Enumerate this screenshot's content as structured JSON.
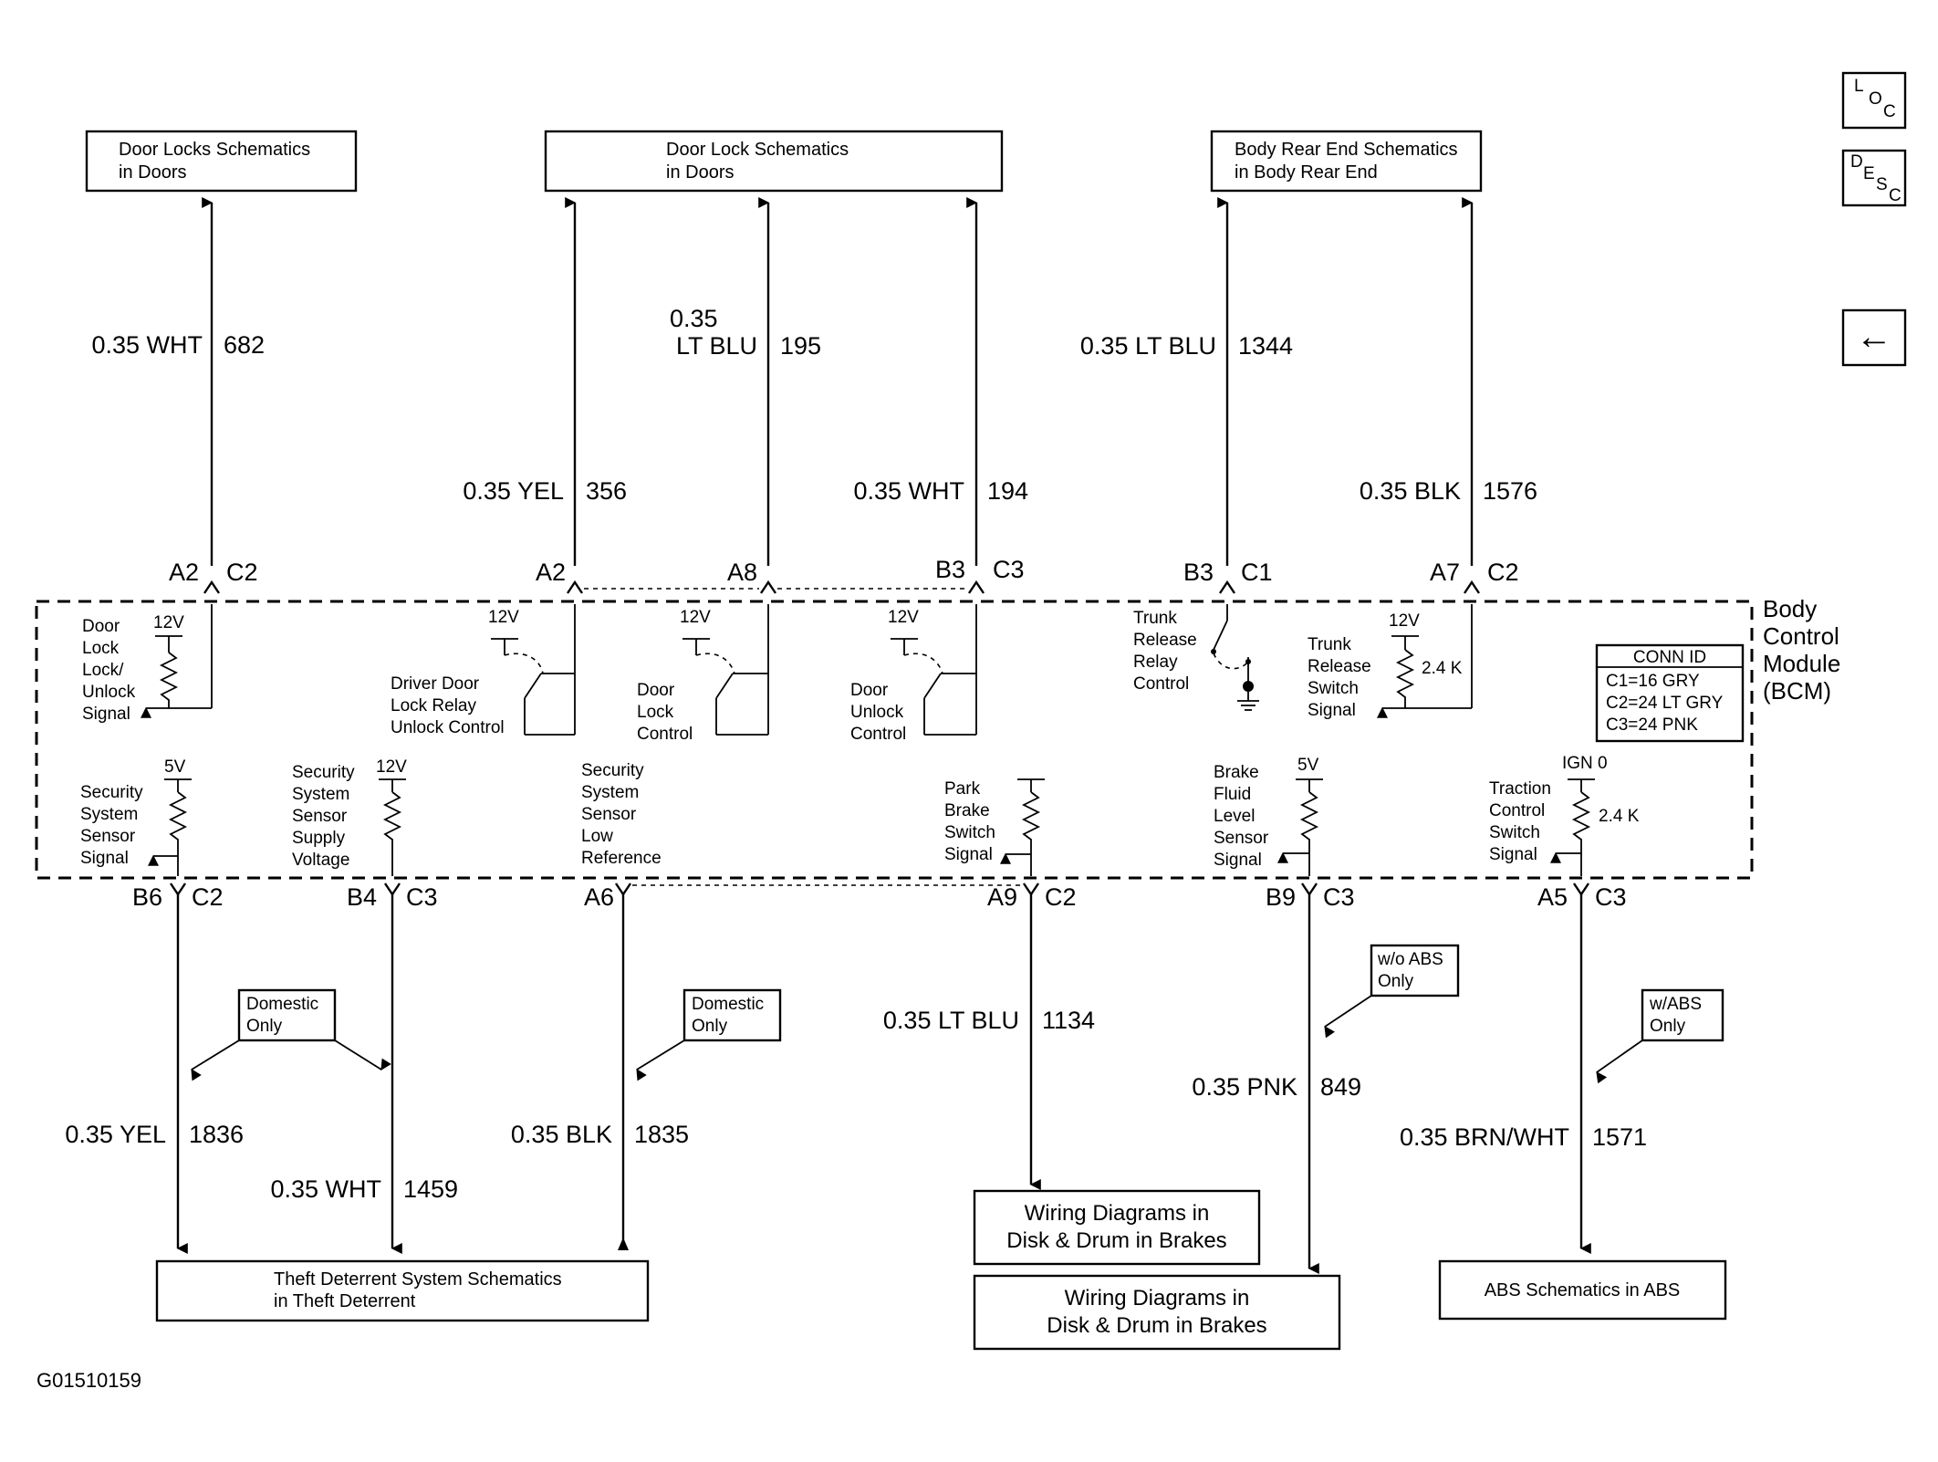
{
  "boxes": {
    "top1": [
      "Door Locks Schematics",
      "in Doors"
    ],
    "top2": [
      "Door Lock Schematics",
      "in Doors"
    ],
    "top3": [
      "Body Rear End Schematics",
      "in Body Rear End"
    ],
    "bottom_theft": [
      "Theft Deterrent System Schematics",
      "in Theft Deterrent"
    ],
    "bottom_wiring1": [
      "Wiring Diagrams in",
      "Disk & Drum in Brakes"
    ],
    "bottom_wiring2": [
      "Wiring Diagrams in",
      "Disk & Drum in Brakes"
    ],
    "bottom_abs": [
      "ABS Schematics in ABS"
    ]
  },
  "nav": {
    "loc": [
      "L",
      "O",
      "C"
    ],
    "desc": [
      "D",
      "E",
      "S",
      "C"
    ],
    "back": "←"
  },
  "top_wires": [
    {
      "color": "0.35 WHT",
      "circuit": "682",
      "pin": "A2",
      "conn": "C2"
    },
    {
      "color": "0.35 YEL",
      "circuit": "356",
      "pin": "A2",
      "conn": ""
    },
    {
      "color_line1": "0.35",
      "color": "LT BLU",
      "circuit": "195",
      "pin": "A8",
      "conn": ""
    },
    {
      "color": "0.35 WHT",
      "circuit": "194",
      "pin": "B3",
      "conn": "C3"
    },
    {
      "color": "0.35 LT BLU",
      "circuit": "1344",
      "pin": "B3",
      "conn": "C1"
    },
    {
      "color": "0.35 BLK",
      "circuit": "1576",
      "pin": "A7",
      "conn": "C2"
    }
  ],
  "bottom_wires": [
    {
      "color": "0.35 YEL",
      "circuit": "1836",
      "pin": "B6",
      "conn": "C2"
    },
    {
      "color": "0.35 WHT",
      "circuit": "1459",
      "pin": "B4",
      "conn": "C3"
    },
    {
      "color": "0.35 BLK",
      "circuit": "1835",
      "pin": "A6",
      "conn": ""
    },
    {
      "color": "0.35 LT BLU",
      "circuit": "1134",
      "pin": "A9",
      "conn": "C2"
    },
    {
      "color": "0.35 PNK",
      "circuit": "849",
      "pin": "B9",
      "conn": "C3"
    },
    {
      "color": "0.35 BRN/WHT",
      "circuit": "1571",
      "pin": "A5",
      "conn": "C3"
    }
  ],
  "bcm": {
    "title": [
      "Body",
      "Control",
      "Module",
      "(BCM)"
    ],
    "conn_id": {
      "header": "CONN ID",
      "rows": [
        "C1=16 GRY",
        "C2=24 LT GRY",
        "C3=24 PNK"
      ]
    },
    "upper": [
      {
        "label": [
          "Door",
          "Lock",
          "Lock/",
          "Unlock",
          "Signal"
        ],
        "supply": "12V"
      },
      {
        "label": [
          "Driver Door",
          "Lock Relay",
          "Unlock Control"
        ],
        "supply": "12V"
      },
      {
        "label": [
          "Door",
          "Lock",
          "Control"
        ],
        "supply": "12V"
      },
      {
        "label": [
          "Door",
          "Unlock",
          "Control"
        ],
        "supply": "12V"
      },
      {
        "label": [
          "Trunk",
          "Release",
          "Relay",
          "Control"
        ],
        "supply": ""
      },
      {
        "label": [
          "Trunk",
          "Release",
          "Switch",
          "Signal"
        ],
        "supply": "12V",
        "resistor": "2.4 K"
      }
    ],
    "lower": [
      {
        "label": [
          "Security",
          "System",
          "Sensor",
          "Signal"
        ],
        "supply": "5V"
      },
      {
        "label": [
          "Security",
          "System",
          "Sensor",
          "Supply",
          "Voltage"
        ],
        "supply": "12V"
      },
      {
        "label": [
          "Security",
          "System",
          "Sensor",
          "Low",
          "Reference"
        ],
        "supply": ""
      },
      {
        "label": [
          "Park",
          "Brake",
          "Switch",
          "Signal"
        ],
        "supply": ""
      },
      {
        "label": [
          "Brake",
          "Fluid",
          "Level",
          "Sensor",
          "Signal"
        ],
        "supply": "5V"
      },
      {
        "label": [
          "Traction",
          "Control",
          "Switch",
          "Signal"
        ],
        "supply": "IGN 0",
        "resistor": "2.4 K"
      }
    ]
  },
  "notes": {
    "domestic1": [
      "Domestic",
      "Only"
    ],
    "domestic2": [
      "Domestic",
      "Only"
    ],
    "wo_abs": [
      "w/o ABS",
      "Only"
    ],
    "w_abs": [
      "w/ABS",
      "Only"
    ]
  },
  "figure_id": "G01510159"
}
